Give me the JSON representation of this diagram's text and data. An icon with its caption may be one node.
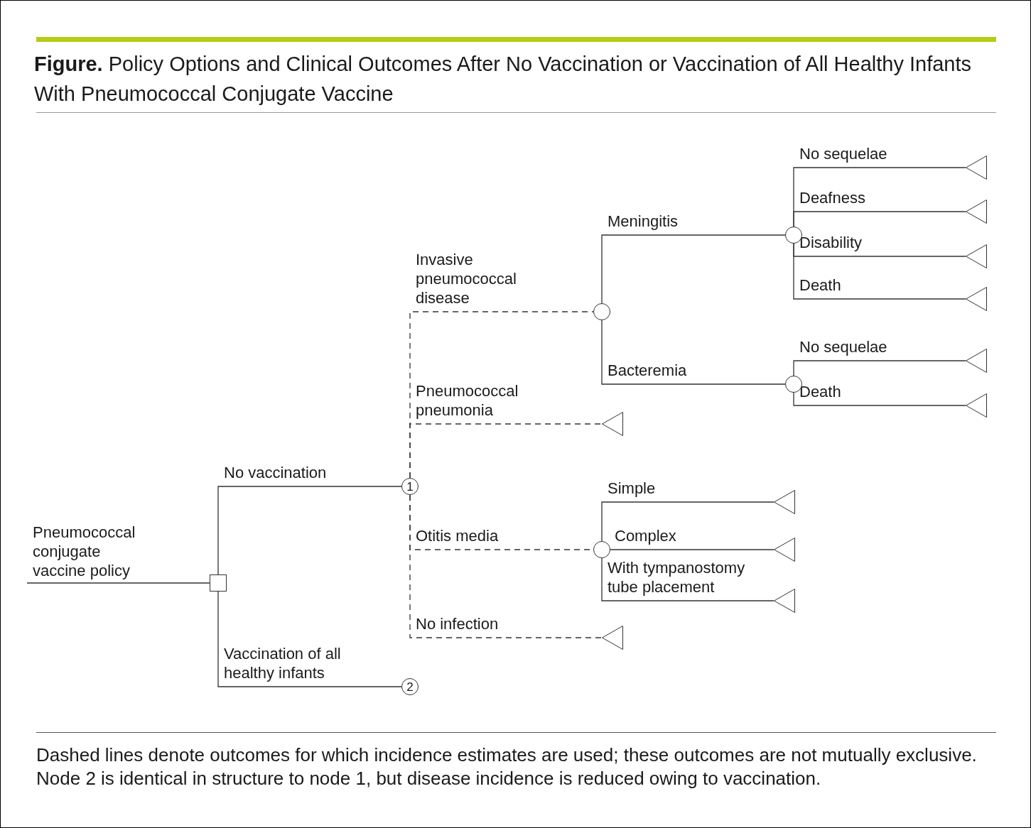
{
  "diagram": {
    "title": "**Figure.** Policy Options and Clinical Outcomes After No Vaccination or Vaccination of All Healthy Infants With Pneumococcal Conjugate Vaccine",
    "caption": "Dashed lines denote outcomes for which incidence estimates are used; these outcomes are not mutually exclusive. Node 2 is identical in structure to node 1, but disease incidence is reduced owing to vaccination.",
    "nodes": [
      {
        "text": [
          "Pneumococcal conjugate vaccine policy"
        ]
      },
      {
        "text": [],
        "shape": "box"
      },
      {
        "text": [
          "1"
        ]
      },
      {
        "text": [
          "2"
        ]
      },
      {
        "text": [],
        "shape": "circle"
      },
      {
        "text": [],
        "shape": "circle"
      },
      {
        "text": [],
        "shape": "triangle"
      },
      {
        "text": [],
        "shape": "triangle"
      },
      {
        "text": [],
        "shape": "triangle"
      },
      {
        "text": [],
        "shape": "triangle"
      },
      {
        "text": [],
        "shape": "triangle"
      },
      {
        "text": [],
        "shape": "circle"
      },
      {
        "text": [],
        "shape": "circle"
      },
      {
        "text": [],
        "shape": "triangle"
      },
      {
        "text": [],
        "shape": "triangle"
      },
      {
        "text": [],
        "shape": "triangle"
      },
      {
        "text": [],
        "shape": "triangle"
      },
      {
        "text": [],
        "shape": "triangle"
      },
      {
        "text": [],
        "shape": "triangle"
      }
    ],
    "edges": [
      {
        "from": 0,
        "to": 1,
        "arrow": "none"
      },
      {
        "from": 1,
        "to": 2,
        "arrow": "none",
        "label": "No vaccination"
      },
      {
        "from": 1,
        "to": 3,
        "arrow": "none",
        "label": "Vaccination of all healthy infants"
      },
      {
        "from": 2,
        "to": 4,
        "arrow": "none",
        "label": "Invasive pneumococcal disease",
        "style": "dashed"
      },
      {
        "from": 2,
        "to": 6,
        "arrow": "none",
        "label": "Pneumococcal pneumonia",
        "style": "dashed"
      },
      {
        "from": 2,
        "to": 5,
        "arrow": "none",
        "label": "Otitis media",
        "style": "dashed"
      },
      {
        "from": 2,
        "to": 7,
        "arrow": "none",
        "label": "No infection",
        "style": "dashed"
      },
      {
        "from": 4,
        "to": 11,
        "arrow": "none",
        "label": "Meningitis"
      },
      {
        "from": 4,
        "to": 12,
        "arrow": "none",
        "label": "Bacteremia"
      },
      {
        "from": 11,
        "to": 13,
        "arrow": "none",
        "label": "No sequelae"
      },
      {
        "from": 11,
        "to": 14,
        "arrow": "none",
        "label": "Deafness"
      },
      {
        "from": 11,
        "to": 15,
        "arrow": "none",
        "label": "Disability"
      },
      {
        "from": 11,
        "to": 16,
        "arrow": "none",
        "label": "Death"
      },
      {
        "from": 12,
        "to": 17,
        "arrow": "none",
        "label": "No sequelae"
      },
      {
        "from": 12,
        "to": 18,
        "arrow": "none",
        "label": "Death"
      },
      {
        "from": 5,
        "to": 8,
        "arrow": "none",
        "label": "Simple"
      },
      {
        "from": 5,
        "to": 9,
        "arrow": "none",
        "label": "Complex"
      },
      {
        "from": 5,
        "to": 10,
        "arrow": "none",
        "label": "With tympanostomy tube placement"
      }
    ]
  }
}
